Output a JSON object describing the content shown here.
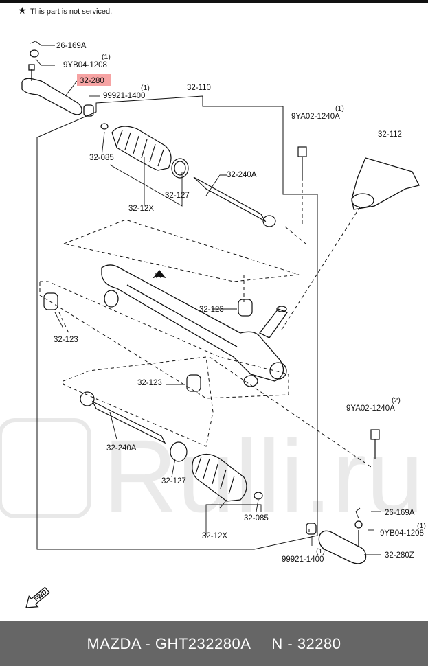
{
  "note": {
    "symbol": "★",
    "text": "This part is not serviced."
  },
  "labels": {
    "p26_169a_top": "26-169A",
    "q_9yb_top": "(1)",
    "p9yb_top": "9YB04-1208",
    "p32_280": "32-280",
    "q_99921_top": "(1)",
    "p99921_top": "99921-1400",
    "p32_110": "32-110",
    "q_9ya_top": "(1)",
    "p9ya_top": "9YA02-1240A",
    "p32_112": "32-112",
    "p32_085_top": "32-085",
    "p32_240a_top": "32-240A",
    "p32_127_top": "32-127",
    "p32_12x_top": "32-12X",
    "p32_123_right": "32-123",
    "p32_123_left": "32-123",
    "p32_123_mid": "32-123",
    "q_9ya_bot": "(2)",
    "p9ya_bot": "9YA02-1240A",
    "p32_240a_bot": "32-240A",
    "p32_127_bot": "32-127",
    "p26_169a_bot": "26-169A",
    "q_9yb_bot": "(1)",
    "p9yb_bot": "9YB04-1208",
    "p32_085_bot": "32-085",
    "p32_12x_bot": "32-12X",
    "q_99921_bot": "(1)",
    "p99921_bot": "99921-1400",
    "p32_280z": "32-280Z",
    "fwd": "FWD"
  },
  "watermark": "Rulli.ru",
  "footer": {
    "brand_part": "MAZDA - GHT232280A",
    "ref": "N - 32280"
  },
  "colors": {
    "highlight": "#f6a3a3",
    "footer_bg": "#666666",
    "line": "#111111",
    "watermark": "#e4e4e4"
  }
}
